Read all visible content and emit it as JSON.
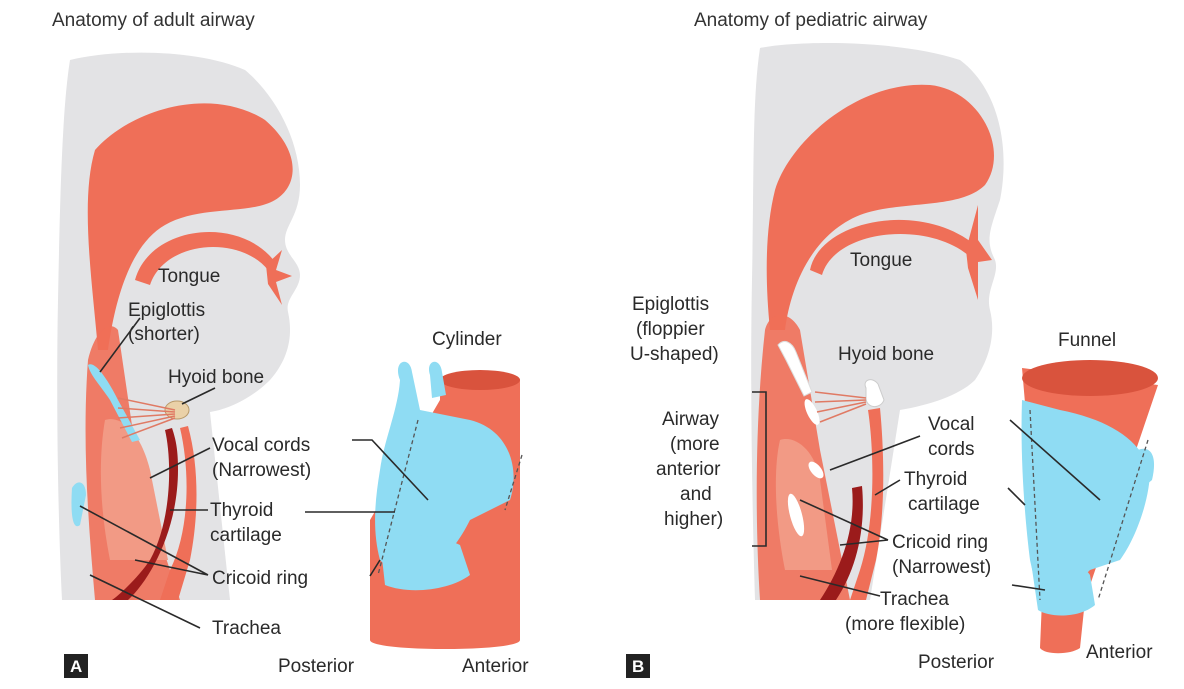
{
  "panel_a": {
    "title": "Anatomy of adult airway",
    "letter": "A",
    "labels": {
      "tongue": "Tongue",
      "epiglottis_1": "Epiglottis",
      "epiglottis_2": "(shorter)",
      "hyoid": "Hyoid bone",
      "cylinder": "Cylinder",
      "vocal_1": "Vocal cords",
      "vocal_2": "(Narrowest)",
      "thyroid_1": "Thyroid",
      "thyroid_2": "cartilage",
      "cricoid": "Cricoid ring",
      "trachea": "Trachea",
      "posterior": "Posterior",
      "anterior": "Anterior"
    }
  },
  "panel_b": {
    "title": "Anatomy of pediatric airway",
    "letter": "B",
    "labels": {
      "tongue": "Tongue",
      "epiglottis_1": "Epiglottis",
      "epiglottis_2": "(floppier",
      "epiglottis_3": "U-shaped)",
      "hyoid": "Hyoid bone",
      "funnel": "Funnel",
      "airway_1": "Airway",
      "airway_2": "(more",
      "airway_3": "anterior",
      "airway_4": "and",
      "airway_5": "higher)",
      "vocal_1": "Vocal",
      "vocal_2": "cords",
      "thyroid_1": "Thyroid",
      "thyroid_2": "cartilage",
      "cricoid_1": "Cricoid ring",
      "cricoid_2": "(Narrowest)",
      "trachea_1": "Trachea",
      "trachea_2": "(more flexible)",
      "posterior": "Posterior",
      "anterior": "Anterior"
    }
  },
  "colors": {
    "tissue": "#ef6f58",
    "tissue_dark": "#d9533d",
    "head_gray": "#e3e3e5",
    "cartilage_blue": "#8fdcf3",
    "blood_dark": "#9b1b1b",
    "bone": "#ead1a8"
  }
}
